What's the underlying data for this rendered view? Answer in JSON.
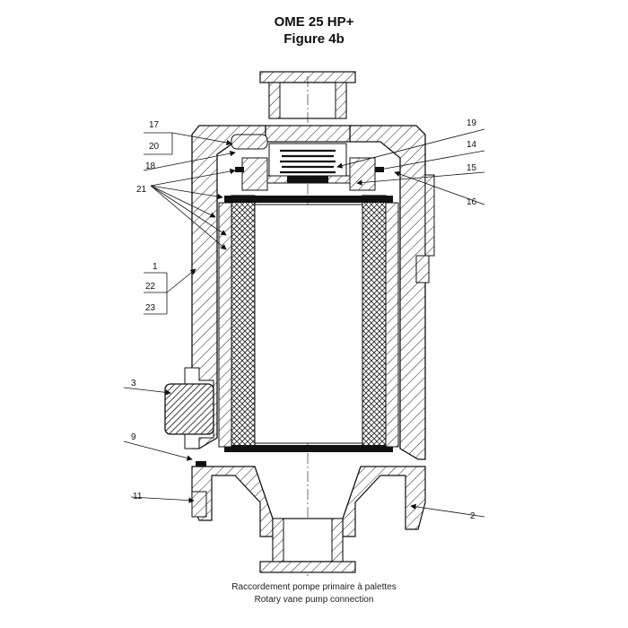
{
  "header": {
    "title": "OME 25 HP+",
    "subtitle": "Figure 4b"
  },
  "caption": {
    "line1": "Raccordement pompe primaire à palettes",
    "line2": "Rotary vane pump connection"
  },
  "callouts": {
    "c17": "17",
    "c20": "20",
    "c18": "18",
    "c21": "21",
    "c1": "1",
    "c22": "22",
    "c23": "23",
    "c3": "3",
    "c9": "9",
    "c11": "11",
    "c19": "19",
    "c14": "14",
    "c15": "15",
    "c16": "16",
    "c2": "2"
  }
}
